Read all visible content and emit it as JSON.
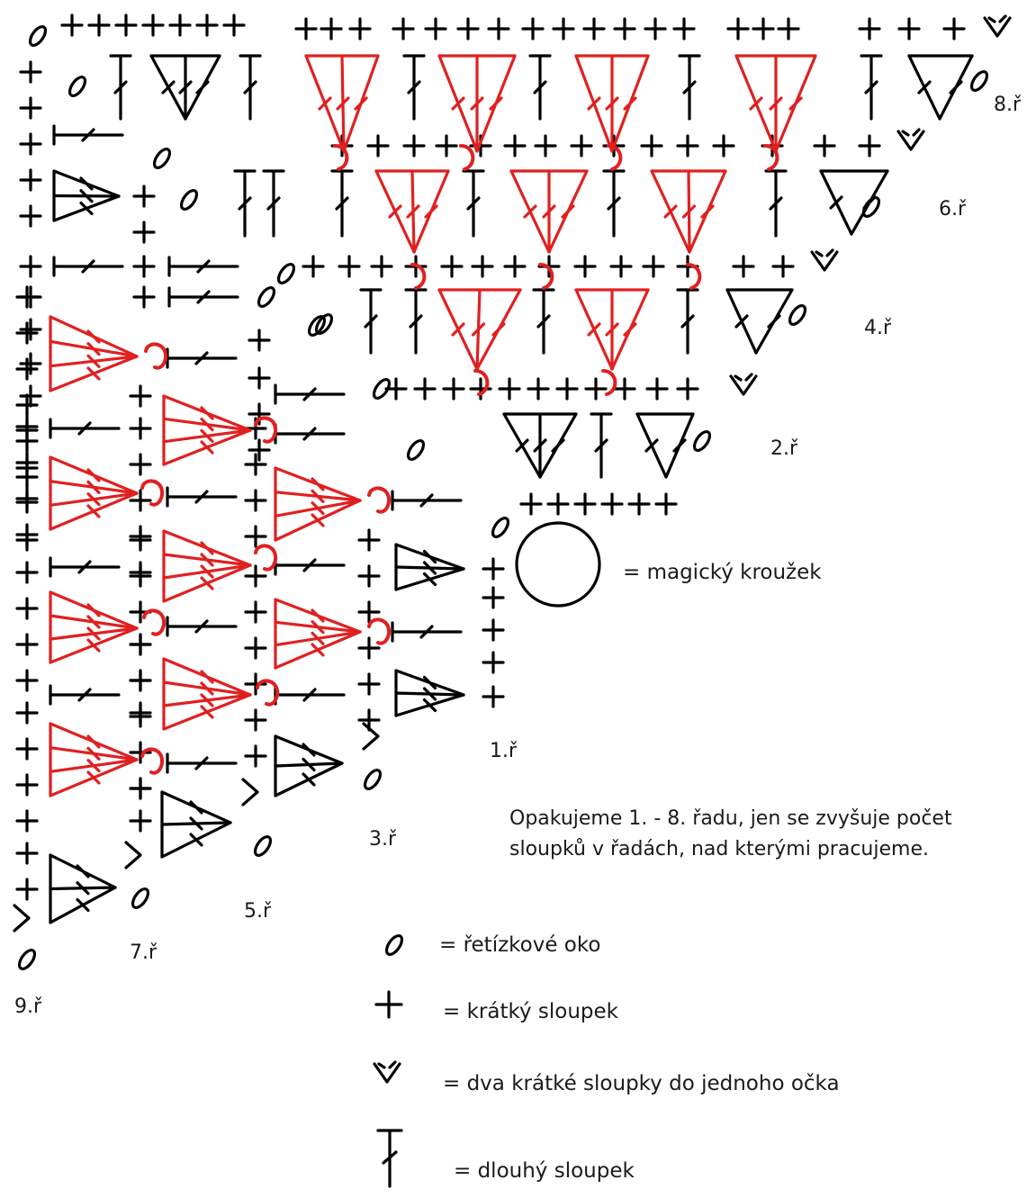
{
  "colors": {
    "ink": "#000000",
    "accent": "#e02020"
  },
  "row_labels": [
    "1.ř",
    "2.ř",
    "3.ř",
    "4.ř",
    "5.ř",
    "6.ř",
    "7.ř",
    "8.ř",
    "9.ř"
  ],
  "note": "Opakujeme 1. - 8. řadu, jen se zvyšuje počet\nsloupků v řadách, nad kterými pracujeme.",
  "legend": {
    "magic_ring": "=  magický kroužek",
    "chain": "= řetízkové oko",
    "single_crochet": "= krátký sloupek",
    "two_sc_one_stitch": "= dva krátké sloupky do jednoho očka",
    "double_crochet": "= dlouhý sloupek"
  },
  "symbols": [
    "chain-symbol",
    "single-crochet-symbol",
    "two-single-crochet-symbol",
    "double-crochet-symbol",
    "magic-ring-symbol"
  ]
}
